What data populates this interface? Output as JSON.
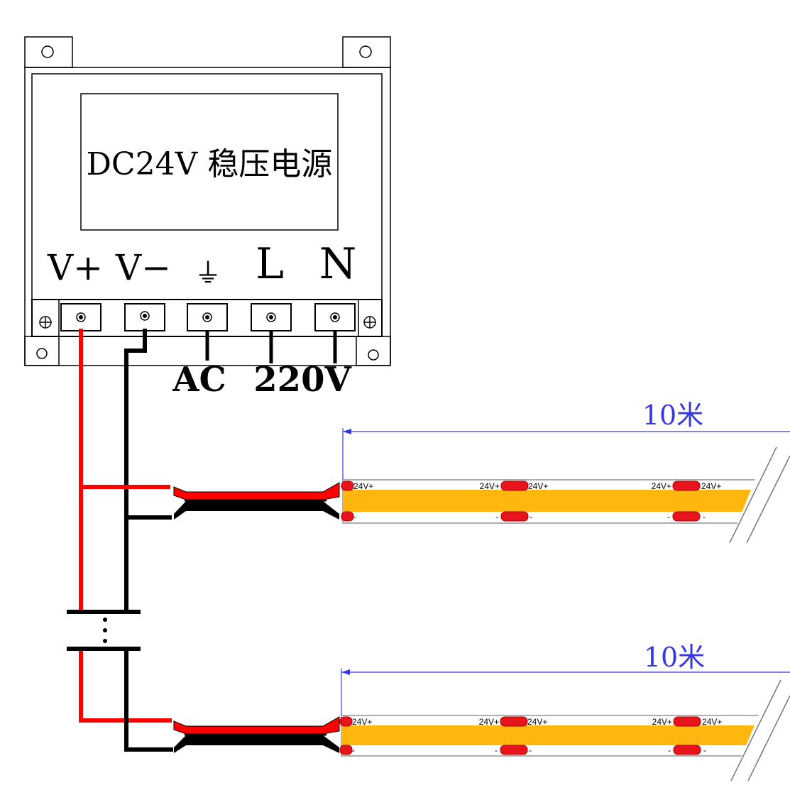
{
  "psu": {
    "title": "DC24V 稳压电源",
    "terminals": [
      "V+",
      "V−",
      "⏚",
      "L",
      "N"
    ],
    "ac_label": "AC",
    "voltage_label": "220V"
  },
  "strips": [
    {
      "length_label": "10米",
      "pos_labels": [
        "24V+",
        "24V+",
        "24V+",
        "24V+",
        "24V+"
      ],
      "neg_labels": [
        "-",
        "-",
        "-",
        "-",
        "-"
      ]
    },
    {
      "length_label": "10米",
      "pos_labels": [
        "24V+",
        "24V+",
        "24V+",
        "24V+",
        "24V+"
      ],
      "neg_labels": [
        "-",
        "-",
        "-",
        "-",
        "-"
      ]
    }
  ],
  "colors": {
    "positive_wire": "#ff0000",
    "negative_wire": "#000000",
    "strip": "#ffb70f",
    "pad": "#e8141d",
    "dimension": "#3838e0"
  }
}
